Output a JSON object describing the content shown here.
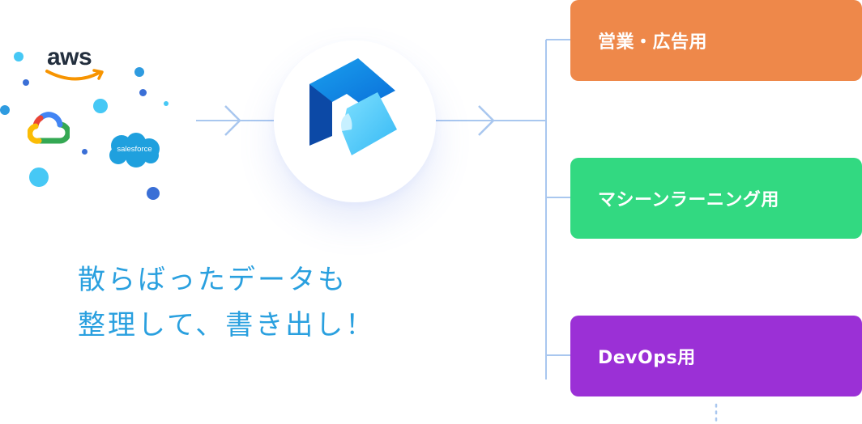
{
  "sources": {
    "aws_logo_text": "aws",
    "salesforce_logo_text": "salesforce"
  },
  "hub": {
    "logo": "product-logo"
  },
  "headline": {
    "line1": "散らばったデータも",
    "line2": "整理して、書き出し！"
  },
  "targets": [
    {
      "label": "営業・広告用",
      "color": "#ee884a"
    },
    {
      "label": "マシーンラーニング用",
      "color": "#32d981"
    },
    {
      "label": "DevOps用",
      "color": "#9b30d6"
    }
  ],
  "colors": {
    "connector": "#a9c7ef",
    "accent_text": "#2aa0df"
  }
}
